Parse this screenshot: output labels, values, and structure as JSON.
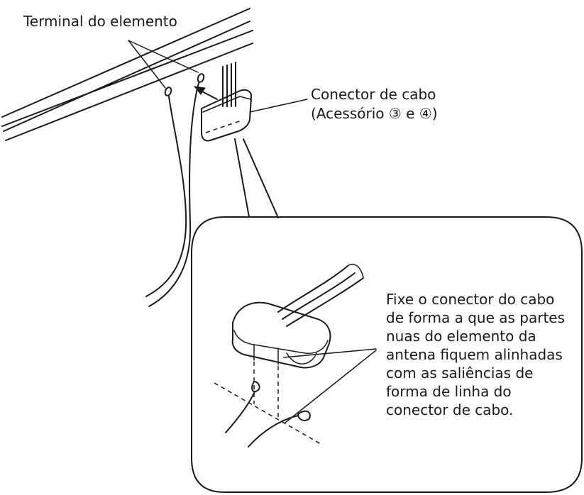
{
  "labels": {
    "terminal": "Terminal do elemento",
    "connector_title": "Conector de cabo",
    "connector_accessory": "(Acessório ③ e ④)"
  },
  "note": {
    "lines": [
      "Fixe o conector do cabo",
      "de forma a que as partes",
      "nuas do elemento da",
      "antena fiquem alinhadas",
      "com as saliências de",
      "forma de linha do",
      "conector de cabo."
    ]
  },
  "colors": {
    "ink": "#1a1a1a",
    "background": "#ffffff"
  }
}
